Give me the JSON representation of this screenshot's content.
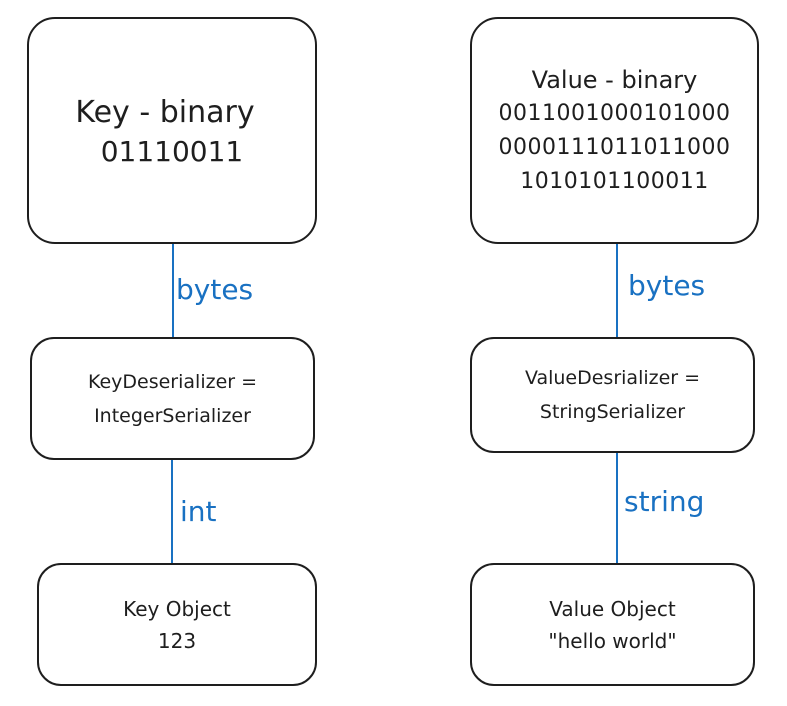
{
  "diagram": {
    "key_binary": {
      "title": "Key - binary",
      "bits": "01110011"
    },
    "value_binary": {
      "title": "Value - binary",
      "bits_line1": "0011001000101000",
      "bits_line2": "0000111011011000",
      "bits_line3": "1010101100011"
    },
    "key_deserializer": {
      "line1": "KeyDeserializer =",
      "line2": "IntegerSerializer"
    },
    "value_deserializer": {
      "line1": "ValueDesrializer =",
      "line2": "StringSerializer"
    },
    "key_object": {
      "line1": "Key Object",
      "line2": "123"
    },
    "value_object": {
      "line1": "Value Object",
      "line2": "\"hello world\""
    },
    "edges": {
      "key_bytes": "bytes",
      "key_int": "int",
      "value_bytes": "bytes",
      "value_string": "string"
    },
    "colors": {
      "connector": "#1971c2",
      "stroke": "#1e1e1e"
    }
  }
}
